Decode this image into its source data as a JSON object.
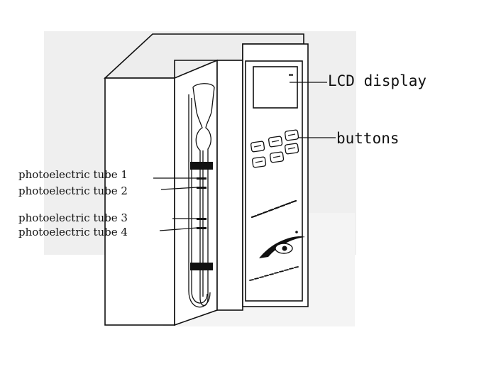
{
  "callouts": {
    "lcd": "LCD display",
    "buttons": "buttons",
    "tube1": "photoelectric tube 1",
    "tube2": "photoelectric tube 2",
    "tube3": "photoelectric tube 3",
    "tube4": "photoelectric tube 4"
  },
  "colors": {
    "ink": "#111111",
    "shade": "#e9e9e9",
    "panel": "#ffffff"
  }
}
